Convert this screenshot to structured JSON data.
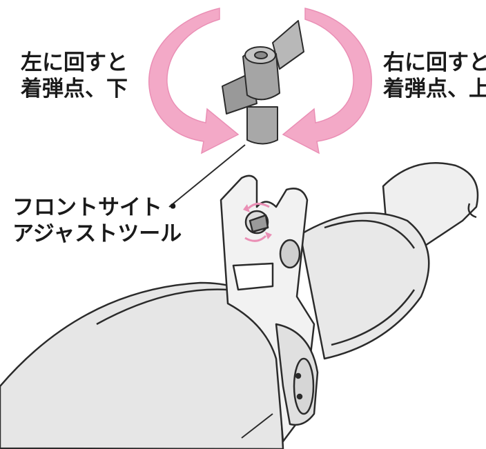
{
  "labels": {
    "left_rotation": {
      "line1": "左に回すと",
      "line2": "着弾点、下"
    },
    "right_rotation": {
      "line1": "右に回すと",
      "line2": "着弾点、上"
    },
    "tool": {
      "line1": "フロントサイト・",
      "line2": "アジャストツール"
    }
  },
  "colors": {
    "arrow_pink": "#f3a9c7",
    "arrow_pink_dark": "#ea8fb5",
    "tool_gray": "#9c9c9c",
    "tool_gray_light": "#b8b8b8",
    "barrel_gray": "#e8e8e8",
    "outline": "#2b2b2b"
  }
}
